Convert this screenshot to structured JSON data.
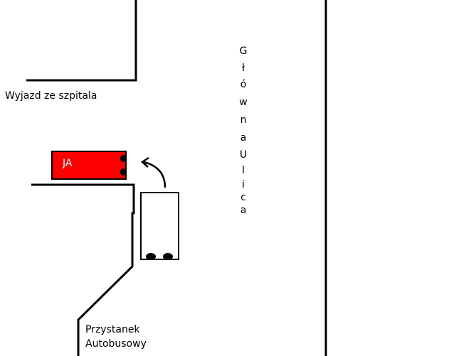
{
  "labels": {
    "hospital_exit": "Wyjazd ze szpitala",
    "bus_stop_line1": "Przystanek",
    "bus_stop_line2": "Autobusowy",
    "car_label": "JA",
    "main_street_letters": [
      "G",
      "ł",
      "ó",
      "w",
      "n",
      "a",
      "U",
      "l",
      "i",
      "c",
      "a"
    ]
  },
  "colors": {
    "car": "#ff0000",
    "lines": "#000000",
    "background": "#ffffff"
  }
}
